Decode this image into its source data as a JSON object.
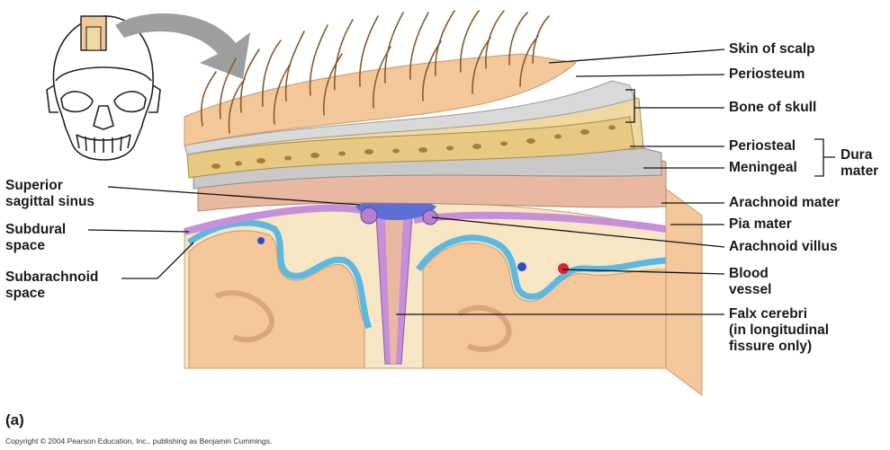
{
  "labels": {
    "skin_of_scalp": "Skin of scalp",
    "periosteum": "Periosteum",
    "bone_of_skull": "Bone of skull",
    "periosteal": "Periosteal",
    "meningeal": "Meningeal",
    "dura_mater_line1": "Dura",
    "dura_mater_line2": "mater",
    "arachnoid_mater": "Arachnoid mater",
    "pia_mater": "Pia mater",
    "arachnoid_villus": "Arachnoid villus",
    "blood_vessel_line1": "Blood",
    "blood_vessel_line2": "vessel",
    "falx_cerebri_line1": "Falx cerebri",
    "falx_cerebri_line2": "(in longitudinal",
    "falx_cerebri_line3": "fissure only)",
    "superior_sagittal_sinus_line1": "Superior",
    "superior_sagittal_sinus_line2": "sagittal sinus",
    "subdural_space_line1": "Subdural",
    "subdural_space_line2": "space",
    "subarachnoid_space_line1": "Subarachnoid",
    "subarachnoid_space_line2": "space"
  },
  "figure_letter": "(a)",
  "copyright": "Copyright © 2004 Pearson Education, Inc., publishing as Benjamin Cummings.",
  "colors": {
    "skin": "#f3c79a",
    "hair": "#8a5a2b",
    "periosteum": "#d9d9d9",
    "bone": "#f0d9a0",
    "bone_spots": "#a97c3c",
    "dura_periosteal": "#c9c9c9",
    "dura_meningeal": "#e8b9a0",
    "arachnoid": "#c58fd9",
    "pia": "#5bb8e0",
    "brain_gray": "#f3c79a",
    "brain_white": "#f7e6c4",
    "sinus": "#5b6fd6",
    "blood_vessel": "#d9232e",
    "leader_line": "#111111",
    "arrow": "#9e9e9e"
  }
}
